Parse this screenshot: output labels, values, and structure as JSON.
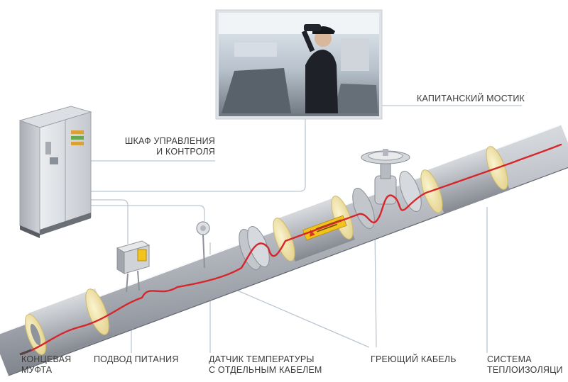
{
  "labels": {
    "bridge": "КАПИТАНСКИЙ МОСТИК",
    "cabinet_line1": "ШКАФ УПРАВЛЕНИЯ",
    "cabinet_line2": "И КОНТРОЛЯ",
    "end_sleeve_line1": "КОНЦЕВАЯ",
    "end_sleeve_line2": "МУФТА",
    "power_feed": "ПОДВОД ПИТАНИЯ",
    "sensor_line1": "ДАТЧИК ТЕМПЕРАТУРЫ",
    "sensor_line2": "С ОТДЕЛЬНЫМ КАБЕЛЕМ",
    "heating_cable": "ГРЕЮЩИЙ КАБЕЛЬ",
    "insulation_line1": "СИСТЕМА",
    "insulation_line2": "ТЕПЛОИЗОЛЯЦИ"
  },
  "colors": {
    "pipe": "#b9bcc2",
    "insulation_cap": "#f2e6b0",
    "heating_cable": "#d7262b",
    "leader_line": "#b8c3cf",
    "text": "#3a3a3a"
  },
  "icons": [
    "control-cabinet",
    "junction-box",
    "temperature-sensor",
    "valve",
    "captain-photo"
  ]
}
